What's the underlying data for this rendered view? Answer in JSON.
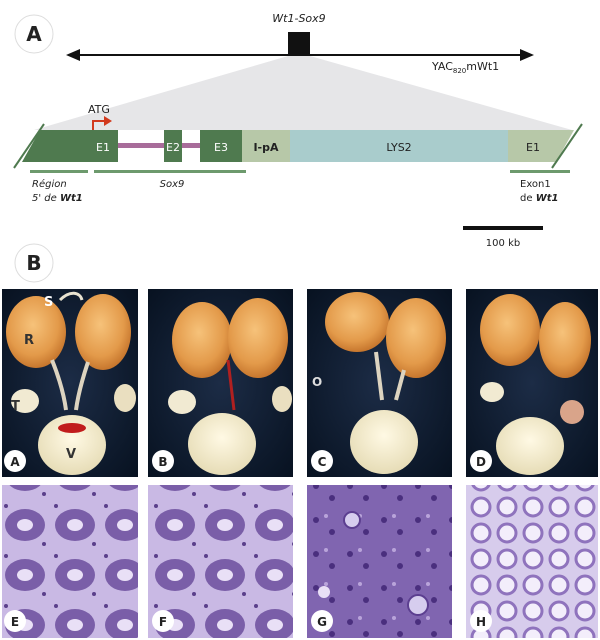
{
  "panel_a": {
    "badge": "A",
    "yac_title": "Wt1-Sox9",
    "yac_name_prefix": "YAC",
    "yac_name_sub": "820",
    "yac_name_suffix": "mWt1",
    "atg": "ATG",
    "exons": {
      "e1": "E1",
      "e2": "E2",
      "e3": "E3",
      "ipa": "I-pA",
      "lys2": "LYS2",
      "e1_right": "E1"
    },
    "region_line1": "Région",
    "region_line2a": "5' de ",
    "region_line2b": "Wt1",
    "sox9": "Sox9",
    "exon1_line1": "Exon1",
    "exon1_line2a": "de ",
    "exon1_line2b": "Wt1",
    "scale": "100 kb"
  },
  "panel_b": {
    "badge": "B",
    "top_labels": {
      "s": "S",
      "r": "R",
      "t": "T",
      "v": "V",
      "o": "O"
    },
    "top_panels": [
      "A",
      "B",
      "C",
      "D"
    ],
    "bottom_panels": [
      "E",
      "F",
      "G",
      "H"
    ]
  },
  "colors": {
    "green_dark": "#4f7a4f",
    "green_light": "#b7c8a8",
    "lys2_blue": "#a9cccc",
    "intron_pink": "#a86c9a",
    "atg_red": "#d23a1e",
    "photo_bg": "#0e1a2e",
    "histo_purple": "#8a6fb2"
  }
}
